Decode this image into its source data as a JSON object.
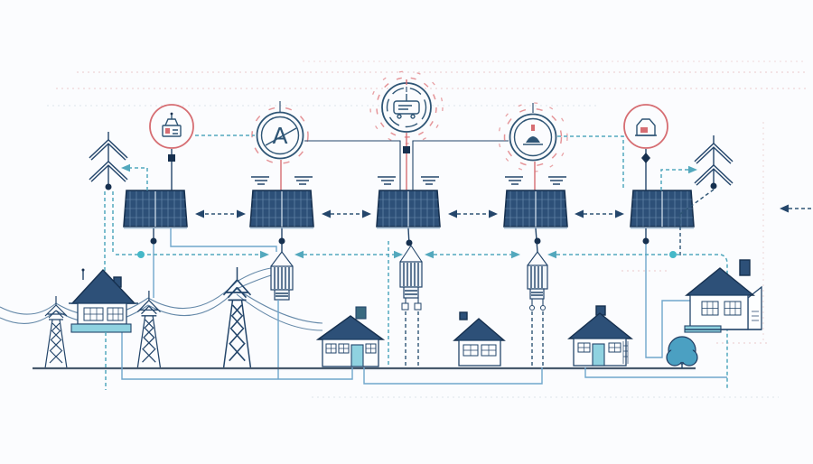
{
  "colors": {
    "bg": "#fbfcfe",
    "navy": "#24466b",
    "navydark": "#16304f",
    "lineblue": "#2e5575",
    "panelfill": "#2d5078",
    "panelgrid": "#7c9cbd",
    "lightblue": "#6fa6cc",
    "teal": "#53a8bd",
    "tealdot": "#45b8c8",
    "tealfill": "#8fd2e0",
    "red": "#d66d72",
    "redlight": "#e59599",
    "ground": "#47596c",
    "wire": "#6488a8",
    "faintpink": "#eed4d6",
    "faintgray": "#e3e8ee",
    "white": "#fdfeff"
  },
  "diagram": {
    "ammeter_label": "A",
    "monitor_nodes": [
      {
        "id": "monitor-left",
        "icon": "battery-monitor-icon",
        "ring": "red"
      },
      {
        "id": "ammeter",
        "icon": "ammeter-icon",
        "ring": "blue",
        "label": "A"
      },
      {
        "id": "controller",
        "icon": "controller-device-icon",
        "ring": "blue"
      },
      {
        "id": "sensor",
        "icon": "sensor-flask-icon",
        "ring": "blue"
      },
      {
        "id": "home-meter",
        "icon": "home-meter-icon",
        "ring": "red"
      }
    ],
    "solar_panel_count": 5,
    "house_count": 5,
    "transmission_tower_count": 3,
    "pole_transformer_count": 3,
    "signal_mast_count": 2,
    "tree_count": 1
  }
}
